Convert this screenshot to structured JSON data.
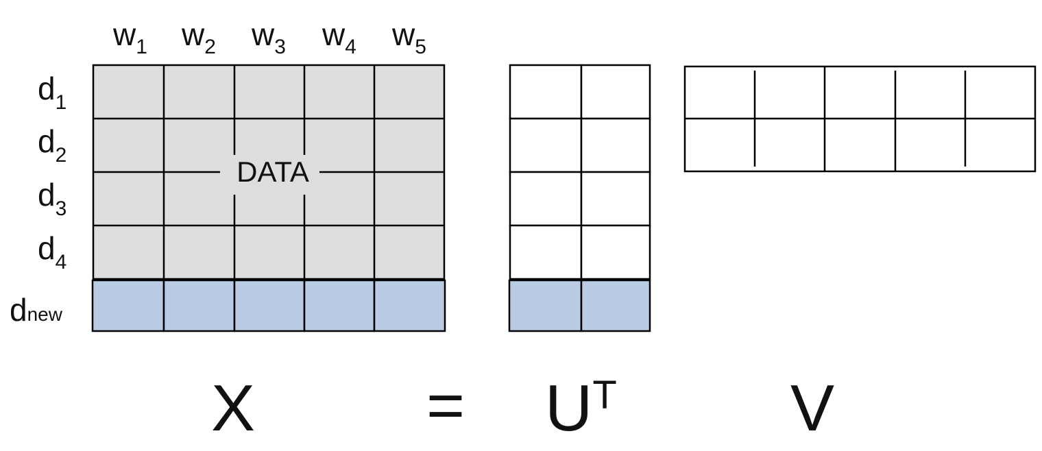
{
  "colors": {
    "data_fill": "#dddddd",
    "new_fill": "#b9cce4",
    "blank_fill": "#ffffff",
    "line": "#000000"
  },
  "columns": [
    {
      "base": "w",
      "sub": "1"
    },
    {
      "base": "w",
      "sub": "2"
    },
    {
      "base": "w",
      "sub": "3"
    },
    {
      "base": "w",
      "sub": "4"
    },
    {
      "base": "w",
      "sub": "5"
    }
  ],
  "rows": [
    {
      "base": "d",
      "sub": "1"
    },
    {
      "base": "d",
      "sub": "2"
    },
    {
      "base": "d",
      "sub": "3"
    },
    {
      "base": "d",
      "sub": "4"
    },
    {
      "base": "d",
      "sub": "new"
    }
  ],
  "data_label": "DATA",
  "equation": {
    "x": "X",
    "equals": "=",
    "u_base": "U",
    "u_sup": "T",
    "v": "V"
  }
}
